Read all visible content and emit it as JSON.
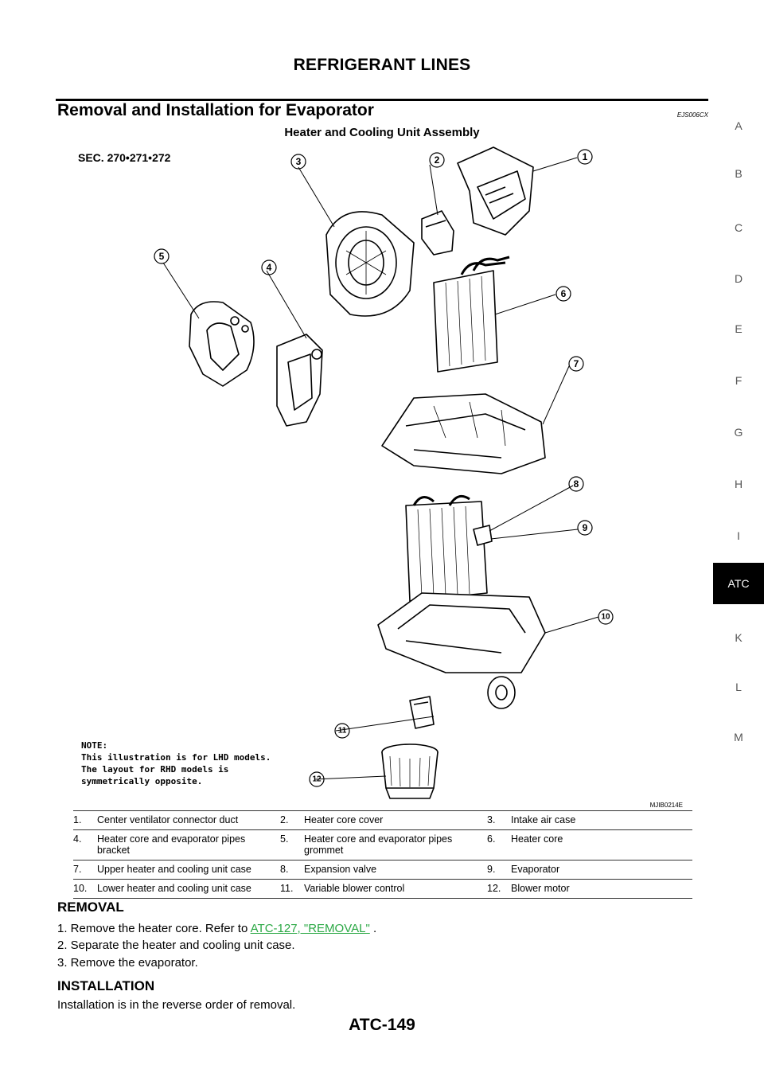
{
  "header": {
    "title": "REFRIGERANT LINES"
  },
  "section": {
    "title": "Removal and Installation for Evaporator",
    "code": "EJS006CX"
  },
  "side_index": {
    "letters": [
      "A",
      "B",
      "C",
      "D",
      "E",
      "F",
      "G",
      "H",
      "I",
      "K",
      "L",
      "M"
    ],
    "active_tab": "ATC"
  },
  "figure": {
    "title": "Heater and Cooling Unit Assembly",
    "sec_label": "SEC. 270•271•272",
    "note_lines": [
      "NOTE:",
      "This illustration is for LHD models.",
      "The layout for RHD models is",
      "symmetrically opposite."
    ],
    "code": "MJIB0214E",
    "callouts": [
      "1",
      "2",
      "3",
      "4",
      "5",
      "6",
      "7",
      "8",
      "9",
      "10",
      "11",
      "12"
    ]
  },
  "legend": {
    "rows": [
      [
        {
          "num": "1.",
          "text": "Center ventilator connector duct"
        },
        {
          "num": "2.",
          "text": "Heater core cover"
        },
        {
          "num": "3.",
          "text": "Intake air case"
        }
      ],
      [
        {
          "num": "4.",
          "text": "Heater core and evaporator pipes bracket"
        },
        {
          "num": "5.",
          "text": "Heater core and evaporator pipes grommet"
        },
        {
          "num": "6.",
          "text": "Heater core"
        }
      ],
      [
        {
          "num": "7.",
          "text": "Upper heater and cooling unit case"
        },
        {
          "num": "8.",
          "text": "Expansion valve"
        },
        {
          "num": "9.",
          "text": "Evaporator"
        }
      ],
      [
        {
          "num": "10.",
          "text": "Lower heater and cooling unit case"
        },
        {
          "num": "11.",
          "text": "Variable blower control"
        },
        {
          "num": "12.",
          "text": "Blower motor"
        }
      ]
    ]
  },
  "removal": {
    "heading": "REMOVAL",
    "step1_prefix": "1.  Remove the heater core. Refer to ",
    "step1_link": "ATC-127, \"REMOVAL\"",
    "step1_suffix": " .",
    "step2": "2.  Separate the heater and cooling unit case.",
    "step3": "3.  Remove the evaporator."
  },
  "installation": {
    "heading": "INSTALLATION",
    "text": "Installation is in the reverse order of removal."
  },
  "footer": {
    "page_number": "ATC-149"
  }
}
